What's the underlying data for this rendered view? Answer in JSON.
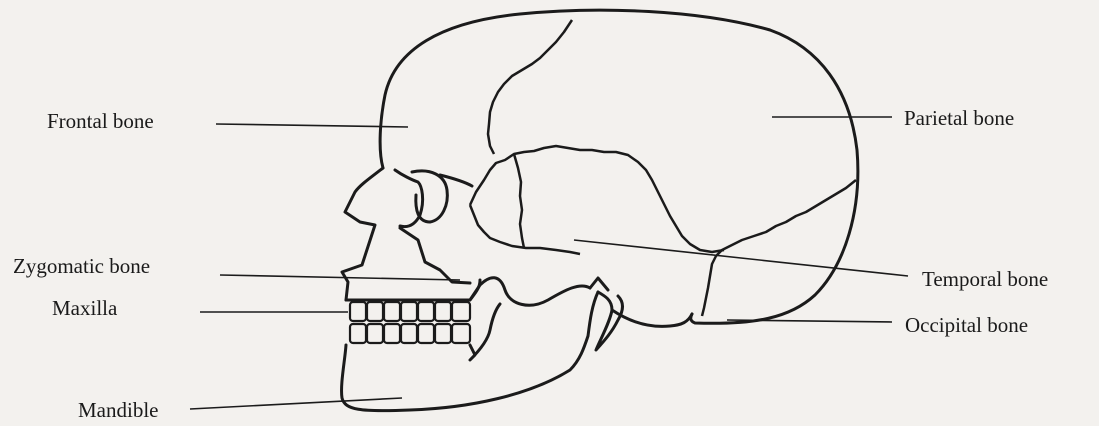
{
  "labels": {
    "frontal": "Frontal bone",
    "parietal": "Parietal bone",
    "zygomatic": "Zygomatic bone",
    "temporal": "Temporal bone",
    "maxilla": "Maxilla",
    "occipital": "Occipital bone",
    "mandible": "Mandible"
  }
}
